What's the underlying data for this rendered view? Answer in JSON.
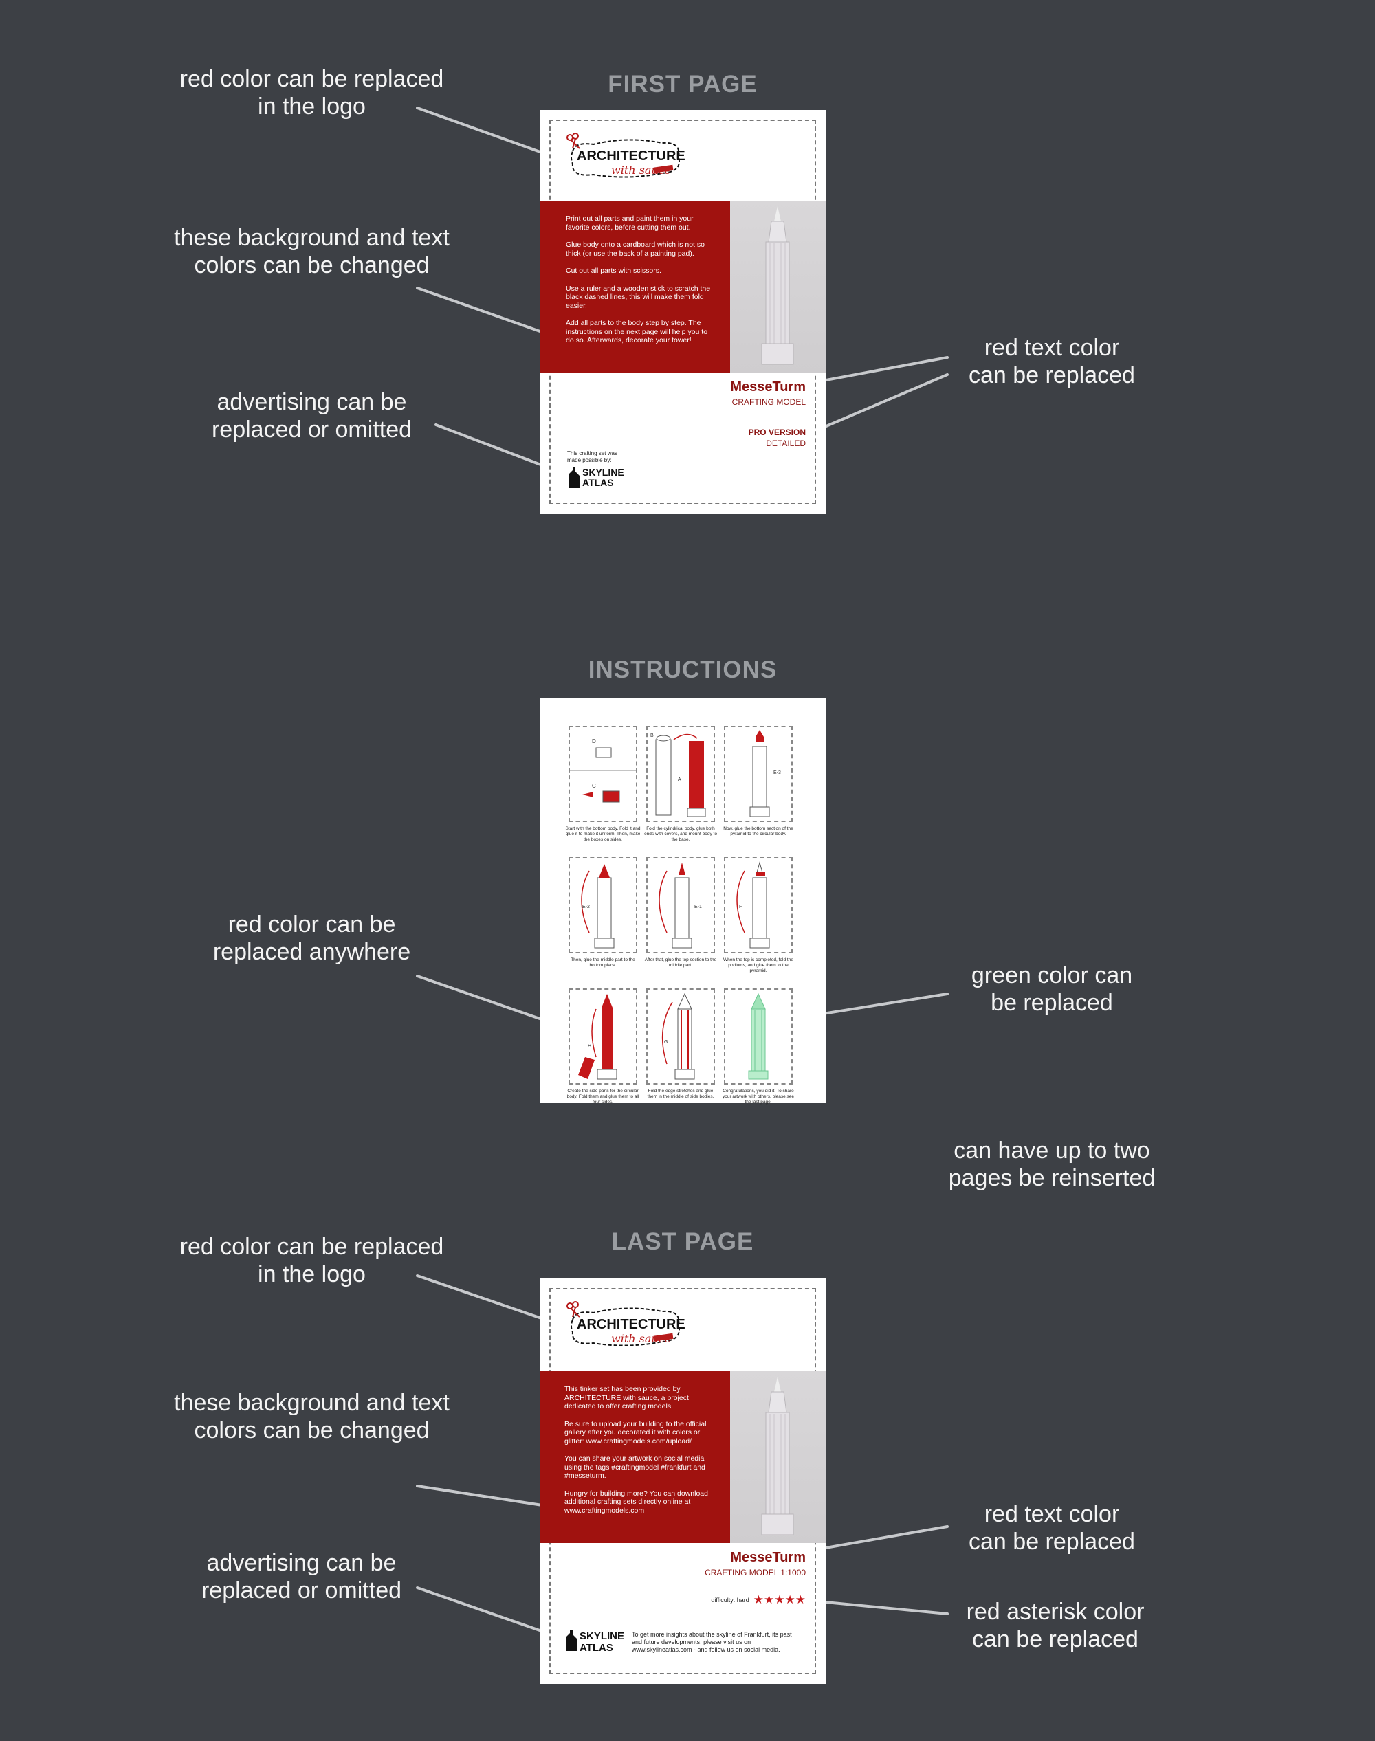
{
  "sections": {
    "first_page": "FIRST PAGE",
    "instructions": "INSTRUCTIONS",
    "last_page": "LAST PAGE"
  },
  "annotations": {
    "fp_logo": [
      "red color can be replaced",
      "in the logo"
    ],
    "fp_bg": [
      "these background and text",
      "colors can be changed"
    ],
    "fp_ad": [
      "advertising can be",
      "replaced or omitted"
    ],
    "fp_red_text": [
      "red text color",
      "can be replaced"
    ],
    "in_red": [
      "red color can be",
      "replaced anywhere"
    ],
    "in_green": [
      "green color can",
      "be replaced"
    ],
    "in_reinsert": [
      "can have up to two",
      "pages be reinserted"
    ],
    "lp_logo": [
      "red color can be replaced",
      "in the logo"
    ],
    "lp_bg": [
      "these background and text",
      "colors can be changed"
    ],
    "lp_ad": [
      "advertising can be",
      "replaced or omitted"
    ],
    "lp_red_text": [
      "red text color",
      "can be replaced"
    ],
    "lp_asterisk": [
      "red asterisk color",
      "can be replaced"
    ]
  },
  "logo": {
    "title": "ARCHITECTURE",
    "subtitle": "with sauce"
  },
  "first_page": {
    "instructions": [
      "Print out all parts and paint them in your favorite colors, before cutting them out.",
      "Glue body onto a cardboard which is not so thick (or use the back of a painting pad).",
      "Cut out all parts with scissors.",
      "Use a ruler and a wooden stick to scratch the black dashed lines, this will make them fold easier.",
      "Add all parts to the body step by step. The instructions on the next page will help you to do so. Afterwards, decorate your tower!"
    ],
    "model_name": "MesseTurm",
    "model_type": "CRAFTING MODEL",
    "version": "PRO VERSION",
    "version_detail": "DETAILED",
    "sponsor_line1": "This crafting set was",
    "sponsor_line2": "made possible by:",
    "sponsor_name1": "SKYLINE",
    "sponsor_name2": "ATLAS"
  },
  "instructions_page": {
    "steps": [
      {
        "caption": "Start with the bottom body. Fold it and glue it to make it uniform. Then, make the boxes on sides.",
        "labels": [
          "D",
          "C"
        ]
      },
      {
        "caption": "Fold the cylindrical body, glue both ends with covers, and mount body to the base.",
        "labels": [
          "B",
          "A",
          "B"
        ]
      },
      {
        "caption": "Now, glue the bottom section of the pyramid to the circular body.",
        "labels": [
          "E-3"
        ]
      },
      {
        "caption": "Then, glue the middle part to the bottom piece.",
        "labels": [
          "E-2"
        ]
      },
      {
        "caption": "After that, glue the top section to the middle part.",
        "labels": [
          "E-1"
        ]
      },
      {
        "caption": "When the top is completed, fold the podiums, and glue them to the pyramid.",
        "labels": [
          "F"
        ]
      },
      {
        "caption": "Create the side parts for the circular body. Fold them and glue them to all four sides.",
        "labels": [
          "H"
        ]
      },
      {
        "caption": "Fold the edge stretches and glue them in the middle of side bodies.",
        "labels": [
          "G"
        ]
      },
      {
        "caption": "Congratulations, you did it! To share your artwork with others, please see the last page.",
        "labels": []
      }
    ]
  },
  "last_page": {
    "paragraphs": [
      "This tinker set has been provided by ARCHITECTURE with sauce, a project dedicated to offer crafting models.",
      "Be sure to upload your building to the official gallery after you decorated it with colors or glitter: www.craftingmodels.com/upload/",
      "You can share your artwork on social media using the tags #craftingmodel #frankfurt and #messeturm.",
      "Hungry for building more? You can download additional crafting sets directly online at www.craftingmodels.com"
    ],
    "model_name": "MesseTurm",
    "model_type": "CRAFTING MODEL 1:1000",
    "difficulty_label": "difficulty: hard",
    "difficulty_stars": "★★★★★",
    "difficulty_rating": 5,
    "sponsor_name1": "SKYLINE",
    "sponsor_name2": "ATLAS",
    "footer_text": "To get more insights about the skyline of Frankfurt, its past and future developments, please visit us on www.skylineatlas.com - and follow us on social media."
  },
  "colors": {
    "background": "#3d4045",
    "accent_red": "#a0120f",
    "title_gray": "#9a9da1",
    "annotation_text": "#f4f4f4",
    "leader_line": "#c7c9cc",
    "green": "#7fd7a0"
  }
}
